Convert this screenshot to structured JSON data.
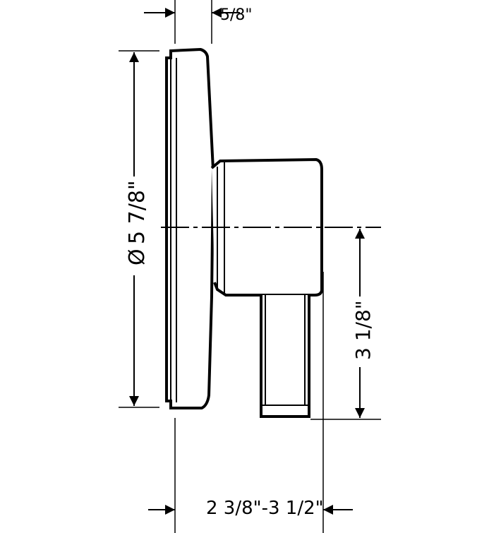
{
  "drawing": {
    "stroke_color": "#000000",
    "background": "#ffffff",
    "dimensions": {
      "top_offset": "5/8\"",
      "diameter_symbol": "Ø",
      "diameter": "5 7/8\"",
      "handle_height": "3 1/8\"",
      "depth_range": "2 3/8\"-3 1/2\""
    }
  }
}
